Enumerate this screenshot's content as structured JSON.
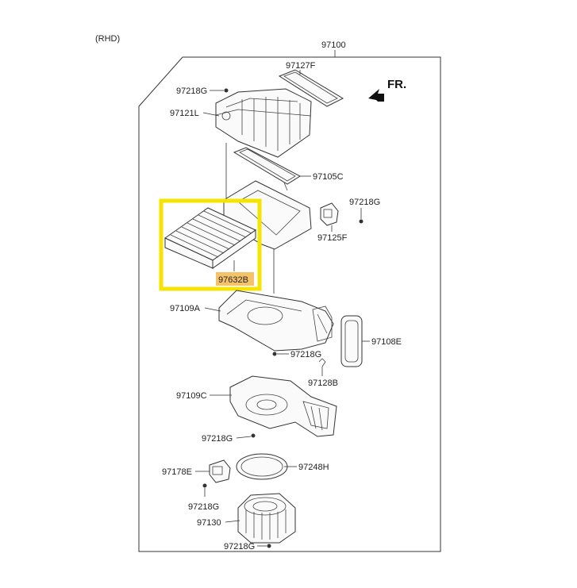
{
  "variant_label": "(RHD)",
  "assembly_number": "97100",
  "direction_label": "FR.",
  "colors": {
    "highlight_box": "#f5e400",
    "highlight_label_bg": "#f5c26a",
    "line": "#333333"
  },
  "parts": [
    {
      "id": "97127F",
      "label": "97127F"
    },
    {
      "id": "97218G-1",
      "label": "97218G"
    },
    {
      "id": "97121L",
      "label": "97121L"
    },
    {
      "id": "97105C",
      "label": "97105C"
    },
    {
      "id": "97218G-2",
      "label": "97218G"
    },
    {
      "id": "97125F",
      "label": "97125F"
    },
    {
      "id": "97632B",
      "label": "97632B",
      "highlighted": true
    },
    {
      "id": "97109A",
      "label": "97109A"
    },
    {
      "id": "97108E",
      "label": "97108E"
    },
    {
      "id": "97218G-3",
      "label": "97218G"
    },
    {
      "id": "97128B",
      "label": "97128B"
    },
    {
      "id": "97109C",
      "label": "97109C"
    },
    {
      "id": "97218G-4",
      "label": "97218G"
    },
    {
      "id": "97178E",
      "label": "97178E"
    },
    {
      "id": "97248H",
      "label": "97248H"
    },
    {
      "id": "97218G-5",
      "label": "97218G"
    },
    {
      "id": "97130",
      "label": "97130"
    },
    {
      "id": "97218G-6",
      "label": "97218G"
    }
  ]
}
